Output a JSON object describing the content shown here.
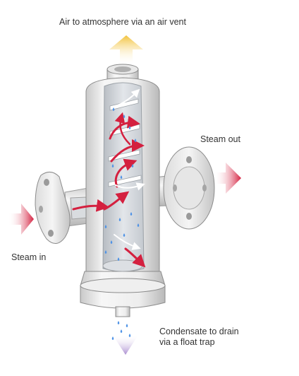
{
  "labels": {
    "top": "Air to atmosphere via an air vent",
    "steam_out": "Steam out",
    "steam_in": "Steam in",
    "drain_line1": "Condensate to drain",
    "drain_line2": "via a float trap"
  },
  "colors": {
    "steam_arrow": "#d4203f",
    "air_arrow": "#f2c23a",
    "drain_arrow": "#a98bcf",
    "droplet": "#4f93e6",
    "body_light": "#f4f4f4",
    "body_shade": "#bdbdbd",
    "interior": "#cfd3d8",
    "outline": "#8c8c8c"
  }
}
